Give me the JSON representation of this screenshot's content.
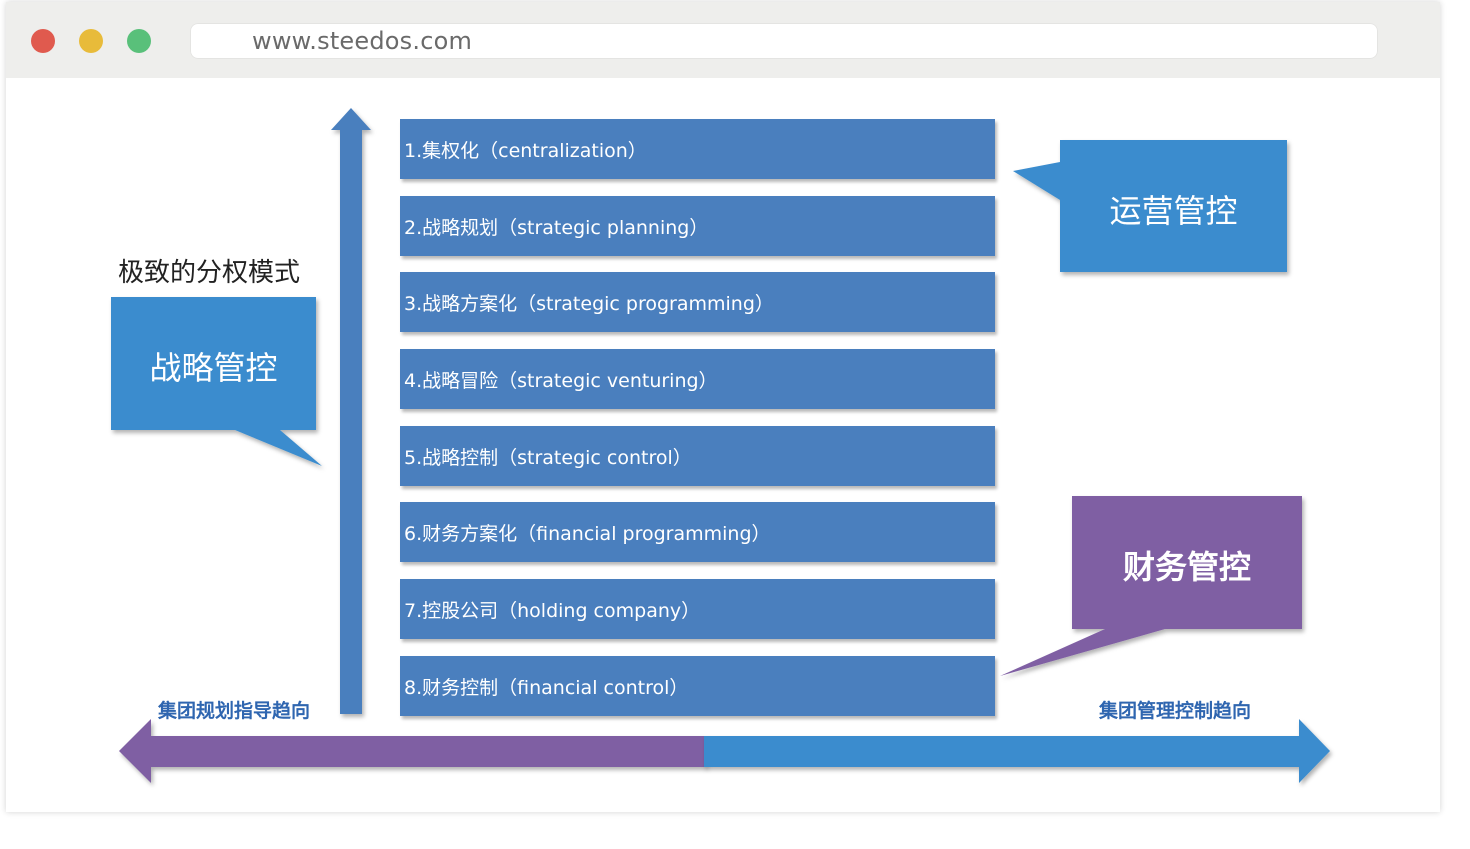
{
  "browser": {
    "url": "www.steedos.com"
  },
  "diagram": {
    "left_caption": "极致的分权模式",
    "strategic_callout": "战略管控",
    "operations_callout": "运营管控",
    "finance_callout": "财务管控",
    "axis_left_label": "集团规划指导趋向",
    "axis_right_label": "集团管理控制趋向",
    "rows": [
      "1.集权化（centralization）",
      "2.战略规划（strategic planning）",
      "3.战略方案化（strategic programming）",
      "4.战略冒险（strategic venturing）",
      "5.战略控制（strategic control）",
      "6.财务方案化（financial programming）",
      "7.控股公司（holding company）",
      "8.财务控制（financial control）"
    ]
  },
  "colors": {
    "row_blue": "#4a7fbe",
    "callout_blue": "#3a8cce",
    "callout_purple": "#7f5fa3",
    "axis_blue": "#3a8cce",
    "axis_purple": "#7f5fa3"
  }
}
